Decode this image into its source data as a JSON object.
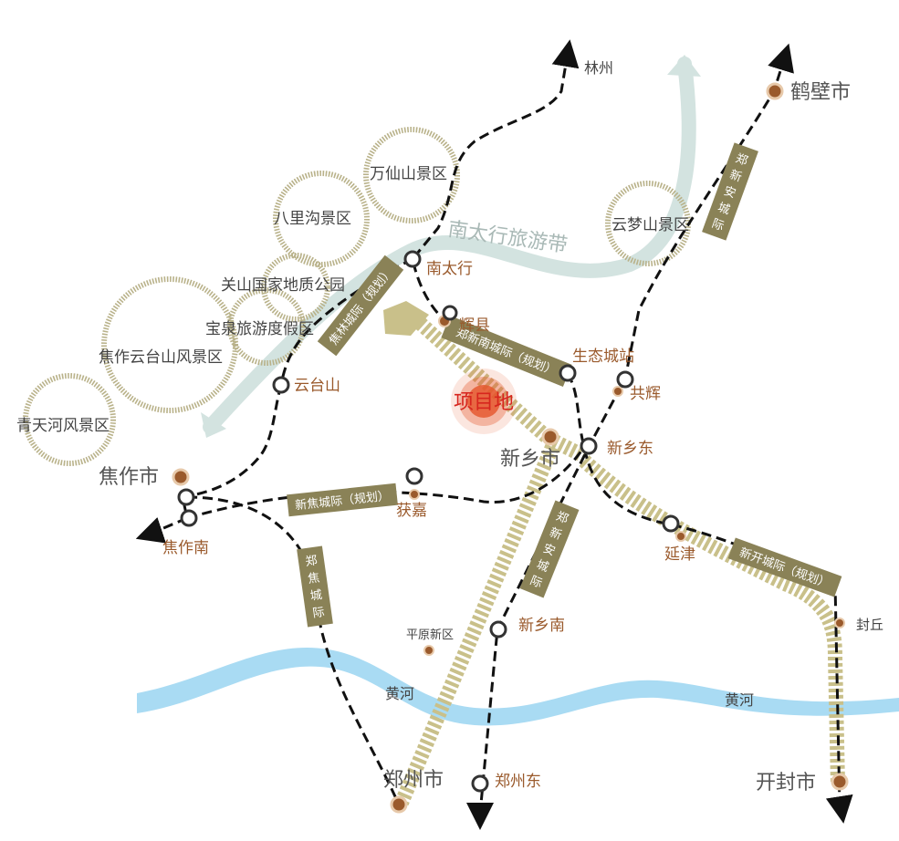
{
  "colors": {
    "rail_olive": "#8a8257",
    "rail_stripe": "#c9c08a",
    "river": "#a9dbf3",
    "tourism_belt": "#d3e3e0",
    "station_dot": "#9a5a2c",
    "project": "#e5552b",
    "scenic_ring": "#b9b28a"
  },
  "cities": {
    "hebi": "鹤壁市",
    "jiaozuo": "焦作市",
    "xinxiang": "新乡市",
    "zhengzhou": "郑州市",
    "kaifeng": "开封市"
  },
  "stations": {
    "linzhou": "林州",
    "nantaihang": "南太行",
    "huixian": "辉县",
    "shengtai": "生态城站",
    "gonghui": "共辉",
    "xinxiangdong": "新乡东",
    "yuntaishan": "云台山",
    "huojia": "获嘉",
    "jiaozuonan": "焦作南",
    "yanjin": "延津",
    "fengqiu": "封丘",
    "xinxiangnan": "新乡南",
    "pingyuan": "平原新区",
    "zhengzhoudong": "郑州东"
  },
  "scenic": {
    "wanxian": "万仙山景区",
    "baligou": "八里沟景区",
    "guanshan": "关山国家地质公园",
    "baoquan": "宝泉旅游度假区",
    "yuntai": "焦作云台山风景区",
    "qingtianhe": "青天河风景区",
    "yunmeng": "云梦山景区"
  },
  "labels": {
    "tourism_belt": "南太行旅游带",
    "project": "项目地",
    "yellow_river_left": "黄河",
    "yellow_river_right": "黄河"
  },
  "lines": {
    "jiaolin": "焦林城际（规划）",
    "zhengxinnan": "郑新南城际（规划）",
    "xinjiao": "新焦城际（规划）",
    "xinkai": "新开城际（规划）",
    "zhengjiao": [
      "郑",
      "焦",
      "城",
      "际"
    ],
    "zhengxinan_north": [
      "郑",
      "新",
      "安",
      "城",
      "际"
    ],
    "zhengxinan_south": [
      "郑",
      "新",
      "安",
      "城",
      "际"
    ]
  }
}
